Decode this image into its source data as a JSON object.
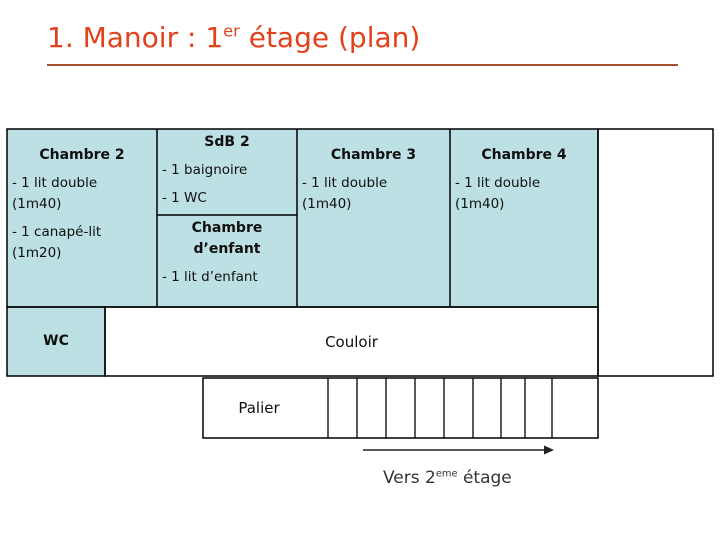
{
  "slide": {
    "title": {
      "prefix": "1. Manoir : 1",
      "superscript": "er",
      "suffix": " étage (plan)"
    }
  },
  "floor_plan": {
    "rooms": {
      "chambre2": {
        "name": "Chambre 2",
        "items": [
          "- 1 lit double (1m40)",
          "- 1 canapé-lit (1m20)"
        ]
      },
      "sdb2": {
        "name": "SdB 2",
        "items": [
          "- 1 baignoire",
          "- 1 WC"
        ]
      },
      "chambre_enfant": {
        "name": "Chambre d’enfant",
        "items": [
          "- 1 lit d’enfant"
        ]
      },
      "chambre3": {
        "name": "Chambre 3",
        "items": [
          "- 1 lit double (1m40)"
        ]
      },
      "chambre4": {
        "name": "Chambre 4",
        "items": [
          "- 1 lit double (1m40)"
        ]
      },
      "wc": {
        "name": "WC"
      }
    },
    "labels": {
      "corridor": "Couloir",
      "landing": "Palier"
    },
    "arrow_caption": {
      "prefix": "Vers 2",
      "superscript": "eme",
      "suffix": " étage"
    }
  },
  "colors": {
    "accent": "#E2411B",
    "underline": "#A0522D",
    "room_fill": "#BCE0E3",
    "line": "#000000"
  }
}
